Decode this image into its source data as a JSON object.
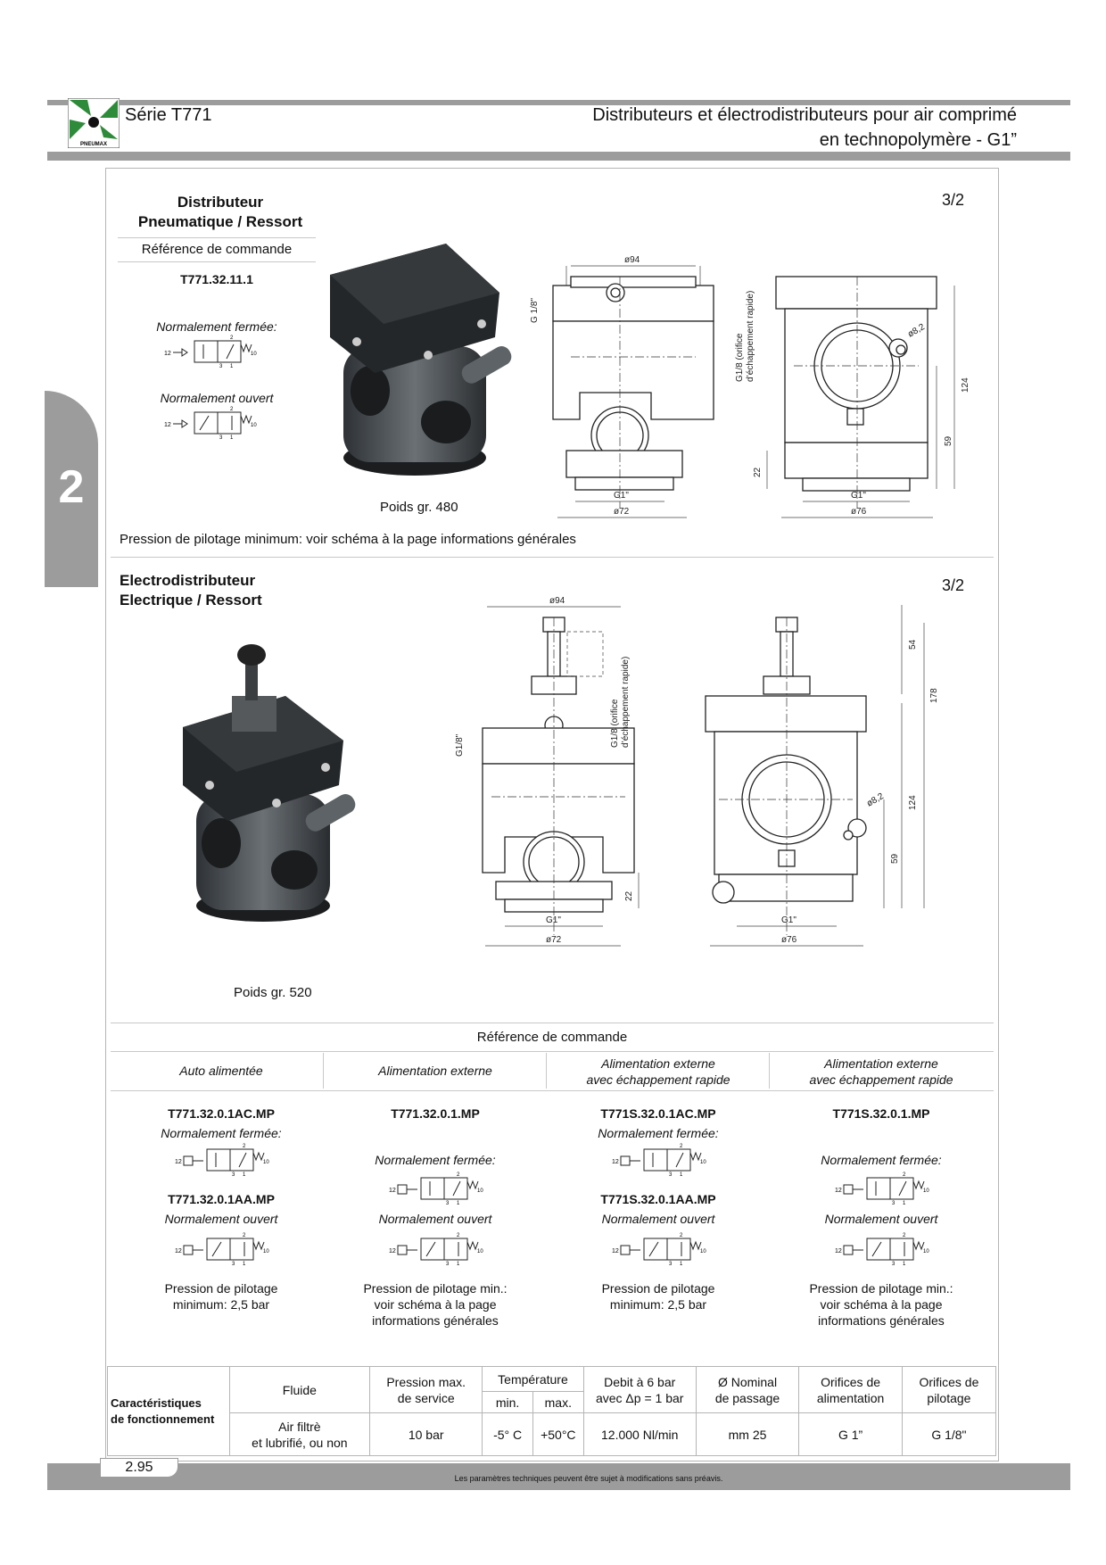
{
  "header": {
    "series": "Série T771",
    "title_line1": "Distributeurs et électrodistributeurs pour air comprimé",
    "title_line2": "en technopolymère - G1”",
    "logo_text": "PNEUMAX"
  },
  "side_tab": {
    "number": "2"
  },
  "section1": {
    "title_line1": "Distributeur",
    "title_line2": "Pneumatique / Ressort",
    "ratio": "3/2",
    "order_ref_label": "Référence de commande",
    "order_ref": "T771.32.11.1",
    "nc_label": "Normalement fermée:",
    "no_label": "Normalement ouvert",
    "weight": "Poids gr. 480",
    "note": "Pression de pilotage minimum: voir schéma à la page informations générales",
    "dims": {
      "d94": "ø94",
      "g18": "G 1/8\"",
      "g1": "G1\"",
      "d72": "ø72",
      "d76": "ø76",
      "d82": "ø8,2",
      "h124": "124",
      "h59": "59",
      "h22": "22",
      "exhaust": "G1/8 (orifice",
      "exhaust2": "d’échappement rapide)"
    }
  },
  "section2": {
    "title_line1": "Electrodistributeur",
    "title_line2": "Electrique / Ressort",
    "ratio": "3/2",
    "weight": "Poids gr. 520",
    "dims": {
      "d94": "ø94",
      "g18": "G1/8\"",
      "g1": "G1\"",
      "d72": "ø72",
      "d76": "ø76",
      "d82": "ø8,2",
      "h54": "54",
      "h178": "178",
      "h124": "124",
      "h59": "59",
      "h22": "22",
      "exhaust": "G1/8 (orifice",
      "exhaust2": "d’échappement rapide)"
    }
  },
  "order_table": {
    "title": "Référence de commande",
    "columns": [
      {
        "header": "Auto alimentée",
        "header2": "",
        "nc_ref": "T771.32.0.1AC.MP",
        "nc_label": "Normalement fermée:",
        "no_ref": "T771.32.0.1AA.MP",
        "no_label": "Normalement ouvert",
        "pressure": [
          "Pression de pilotage",
          "minimum: 2,5 bar",
          ""
        ]
      },
      {
        "header": "Alimentation externe",
        "header2": "",
        "nc_ref": "T771.32.0.1.MP",
        "nc_label": "Normalement fermée:",
        "no_ref": "",
        "no_label": "Normalement ouvert",
        "pressure": [
          "Pression de pilotage min.:",
          "voir schéma à la page",
          "informations générales"
        ]
      },
      {
        "header": "Alimentation externe",
        "header2": "avec échappement rapide",
        "nc_ref": "T771S.32.0.1AC.MP",
        "nc_label": "Normalement fermée:",
        "no_ref": "T771S.32.0.1AA.MP",
        "no_label": "Normalement ouvert",
        "pressure": [
          "Pression de pilotage",
          "minimum: 2,5 bar",
          ""
        ]
      },
      {
        "header": "Alimentation externe",
        "header2": "avec échappement rapide",
        "nc_ref": "T771S.32.0.1.MP",
        "nc_label": "Normalement fermée:",
        "no_ref": "",
        "no_label": "Normalement ouvert",
        "pressure": [
          "Pression de pilotage min.:",
          "voir schéma à la page",
          "informations générales"
        ]
      }
    ]
  },
  "characteristics": {
    "label_line1": "Caractéristiques",
    "label_line2": "de fonctionnement",
    "headers": {
      "fluid": "Fluide",
      "pressure1": "Pression max.",
      "pressure2": "de service",
      "temp": "Température",
      "temp_min": "min.",
      "temp_max": "max.",
      "flow1": "Debit à 6 bar",
      "flow2": "avec Δp = 1 bar",
      "nominal1": "Ø Nominal",
      "nominal2": "de passage",
      "supply1": "Orifices de",
      "supply2": "alimentation",
      "pilot1": "Orifices de",
      "pilot2": "pilotage"
    },
    "values": {
      "fluid1": "Air filtrè",
      "fluid2": "et lubrifié, ou non",
      "pressure": "10 bar",
      "temp_min": "-5° C",
      "temp_max": "+50°C",
      "flow": "12.000 Nl/min",
      "nominal": "mm 25",
      "supply": "G 1”",
      "pilot": "G 1/8\""
    }
  },
  "symbol_ports": {
    "p12": "12",
    "p10": "10",
    "p2": "2",
    "p3": "3",
    "p1": "1"
  },
  "footer": {
    "page": "2.95",
    "note": "Les paramètres techniques peuvent être sujet à modifications sans préavis."
  }
}
